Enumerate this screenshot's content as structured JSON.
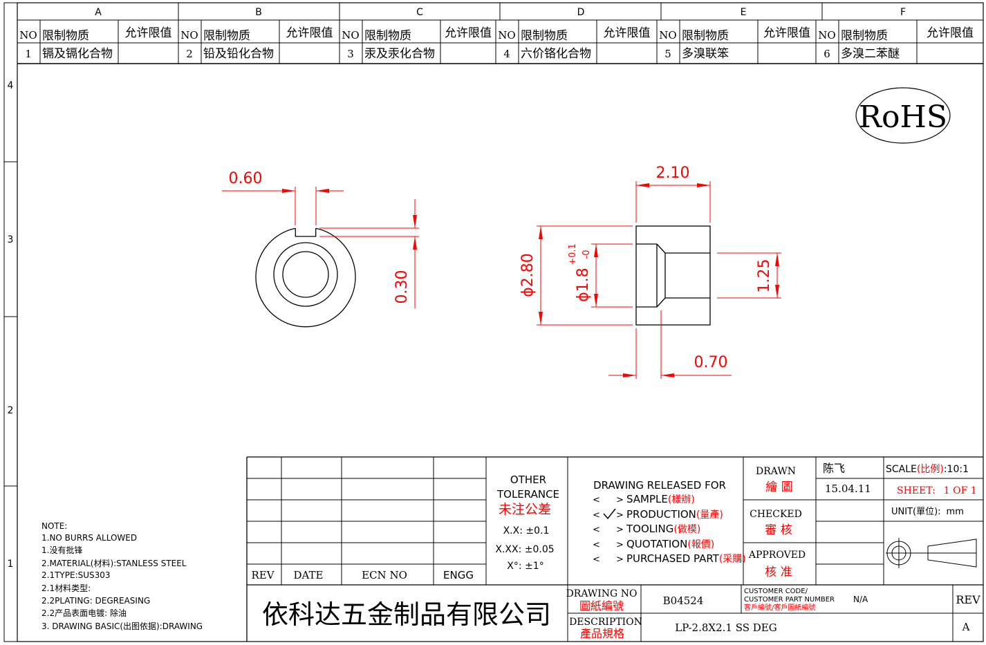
{
  "grid": {
    "columns": [
      "A",
      "B",
      "C",
      "D",
      "E",
      "F"
    ],
    "rows": [
      "4",
      "3",
      "2",
      "1"
    ]
  },
  "restricted_substances": {
    "header_no": "NO",
    "header_substance": "限制物质",
    "header_limit": "允许限值",
    "items": [
      {
        "no": "1",
        "substance": "镉及镉化合物",
        "limit": ""
      },
      {
        "no": "2",
        "substance": "铅及铅化合物",
        "limit": ""
      },
      {
        "no": "3",
        "substance": "汞及汞化合物",
        "limit": ""
      },
      {
        "no": "4",
        "substance": "六价铬化合物",
        "limit": ""
      },
      {
        "no": "5",
        "substance": "多溴联笨",
        "limit": ""
      },
      {
        "no": "6",
        "substance": "多溴二苯醚",
        "limit": ""
      }
    ]
  },
  "rohs_mark": "RoHS",
  "dimensions": {
    "slot_width": "0.60",
    "slot_depth": "0.30",
    "length": "2.10",
    "outer_diameter": "ϕ2.80",
    "bore_diameter": "ϕ1.8",
    "bore_tol_upper": "+0.1",
    "bore_tol_lower": "-0",
    "counterbore": "1.25",
    "shoulder": "0.70"
  },
  "notes": [
    "NOTE:",
    "1.NO BURRS ALLOWED",
    "1.没有批锋",
    "2.MATERIAL(材料):STANLESS STEEL",
    "2.1TYPE:SUS303",
    "2.1材料类型:",
    "2.2PLATING: DEGREASING",
    "2.2产品表面电镀: 除油",
    "3. DRAWING BASIC(出图依据):DRAWING"
  ],
  "revision_table": {
    "headers": [
      "REV",
      "DATE",
      "ECN NO",
      "ENGG"
    ]
  },
  "tolerance": {
    "title_line1": "OTHER",
    "title_line2": "TOLERANCE",
    "title_cn": "未注公差",
    "xx": "X.X: ±0.1",
    "xxx": "X.XX: ±0.05",
    "angle": "X°: ±1°"
  },
  "release": {
    "title": "DRAWING RELEASED FOR",
    "options": [
      {
        "label": "SAMPLE",
        "label_cn": "(樣辦)",
        "checked": false
      },
      {
        "label": "PRODUCTION",
        "label_cn": "(量產)",
        "checked": true
      },
      {
        "label": "TOOLING",
        "label_cn": "(做模)",
        "checked": false
      },
      {
        "label": "QUOTATION",
        "label_cn": "(報價)",
        "checked": false
      },
      {
        "label": "PURCHASED PART",
        "label_cn": "(采購)",
        "checked": false
      }
    ]
  },
  "title_block": {
    "drawn_label": "DRAWN",
    "drawn_cn": "繪 圖",
    "drawn_by": "陈飞",
    "drawn_date": "15.04.11",
    "checked_label": "CHECKED",
    "checked_cn": "審 核",
    "approved_label": "APPROVED",
    "approved_cn": "核 准",
    "scale_label": "SCALE",
    "scale_cn": "(比例)",
    "scale_value": ":10:1",
    "sheet_label": "SHEET:",
    "sheet_value": "1 OF 1",
    "unit_label": "UNIT(單位):",
    "unit_value": "mm",
    "company": "依科达五金制品有限公司",
    "drawing_no_label": "DRAWING NO",
    "drawing_no_cn": "圖紙編號",
    "drawing_no": "B04524",
    "customer_code_label1": "CUSTOMER CODE/",
    "customer_code_label2": "CUSTOMER PART NUMBER",
    "customer_code_cn": "客戶編號/客戶圖紙編號",
    "customer_code_value": "N/A",
    "rev_label": "REV",
    "rev_value": "A",
    "description_label": "DESCRIPTION",
    "description_cn": "產品規格",
    "description": "LP-2.8X2.1 SS DEG"
  },
  "colors": {
    "line": "#000000",
    "dimension": "#ff0000"
  }
}
